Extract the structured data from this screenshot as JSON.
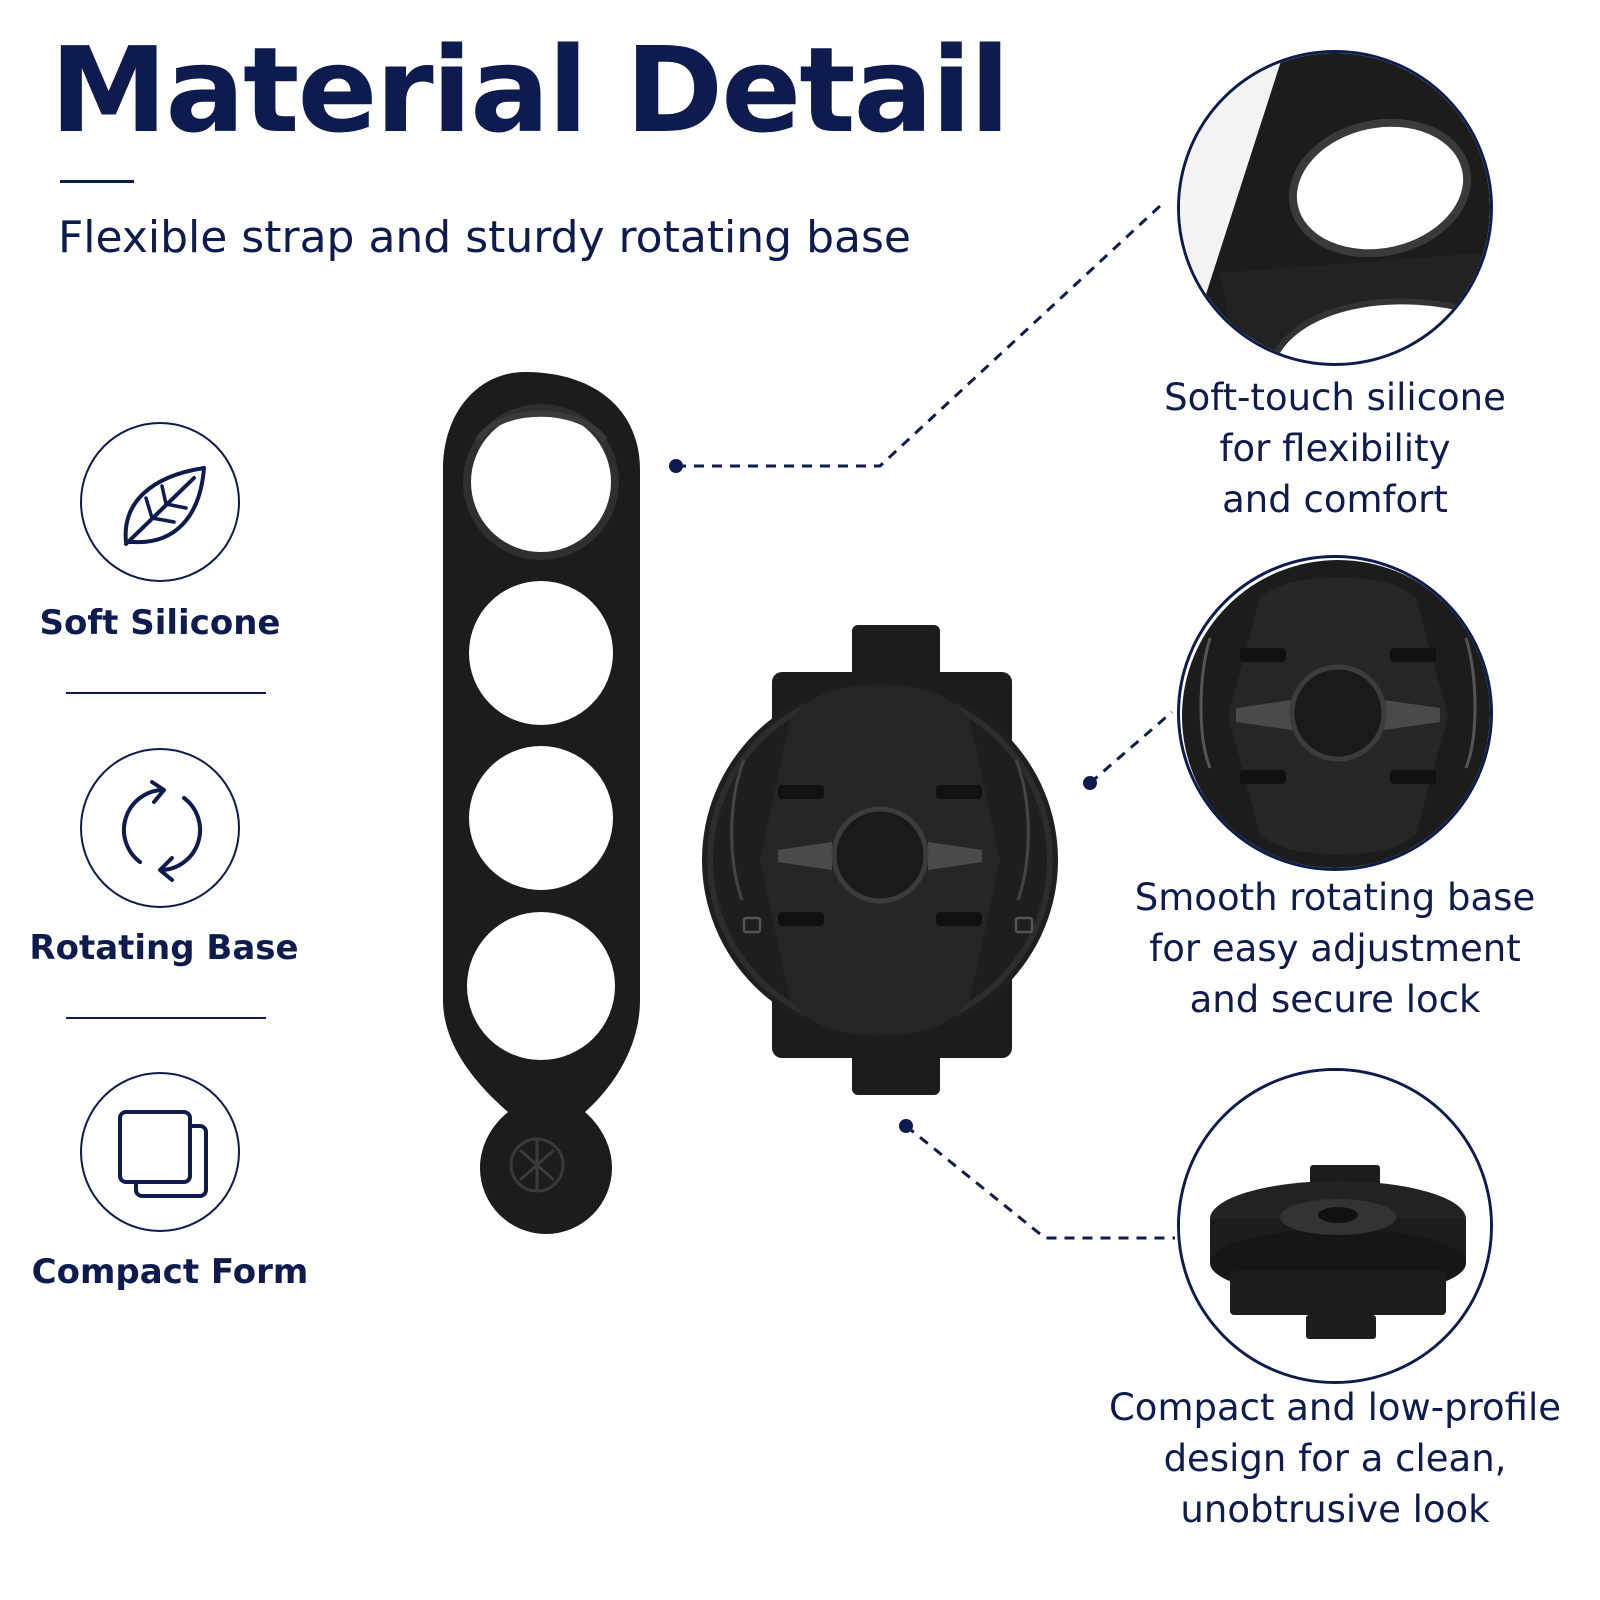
{
  "header": {
    "title": "Material Detail",
    "subtitle": "Flexible strap and sturdy rotating base"
  },
  "features": [
    {
      "label": "Soft Silicone",
      "icon": "leaf-icon"
    },
    {
      "label": "Rotating Base",
      "icon": "rotate-arrows-icon"
    },
    {
      "label": "Compact Form",
      "icon": "stacked-squares-icon"
    }
  ],
  "callouts": [
    {
      "lines": [
        "Soft-touch silicone",
        "for flexibility",
        "and comfort"
      ],
      "image": "strap-closeup"
    },
    {
      "lines": [
        "Smooth rotating base",
        "for easy adjustment",
        "and secure lock"
      ],
      "image": "base-top-closeup"
    },
    {
      "lines": [
        "Compact and low-profile",
        "design for a clean,",
        "unobtrusive look"
      ],
      "image": "base-side-closeup"
    }
  ],
  "colors": {
    "navy": "#0d1b4f",
    "rubber": "#1c1c1c",
    "background": "#ffffff"
  }
}
